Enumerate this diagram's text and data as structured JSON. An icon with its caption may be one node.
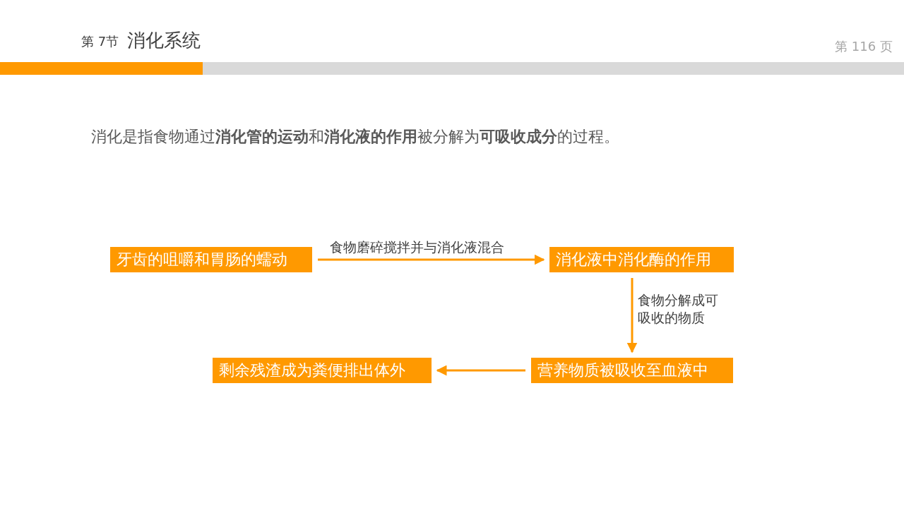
{
  "diagram": {
    "title": "消化系统",
    "nodes": [
      {
        "text": [
          "牙齿的咀嚼和胃肠的蠕动"
        ]
      },
      {
        "text": [
          "消化液中消化酶的作用"
        ]
      },
      {
        "text": [
          "营养物质被吸收至血液中"
        ]
      },
      {
        "text": [
          "剩余残渣成为粪便排出体外"
        ]
      }
    ],
    "edges": [
      {
        "from": 0,
        "to": 1,
        "arrow": "to",
        "label": "食物磨碎搅拌并与消化液混合"
      },
      {
        "from": 1,
        "to": 2,
        "arrow": "to",
        "label": "食物分解成可吸收的物质"
      },
      {
        "from": 2,
        "to": 3,
        "arrow": "to"
      }
    ],
    "labels": [
      "第 7节",
      "第 116 页",
      "消化是指食物通过**消化管的运动**和**消化液的作用**被分解为**可吸收成分**的过程。"
    ]
  }
}
